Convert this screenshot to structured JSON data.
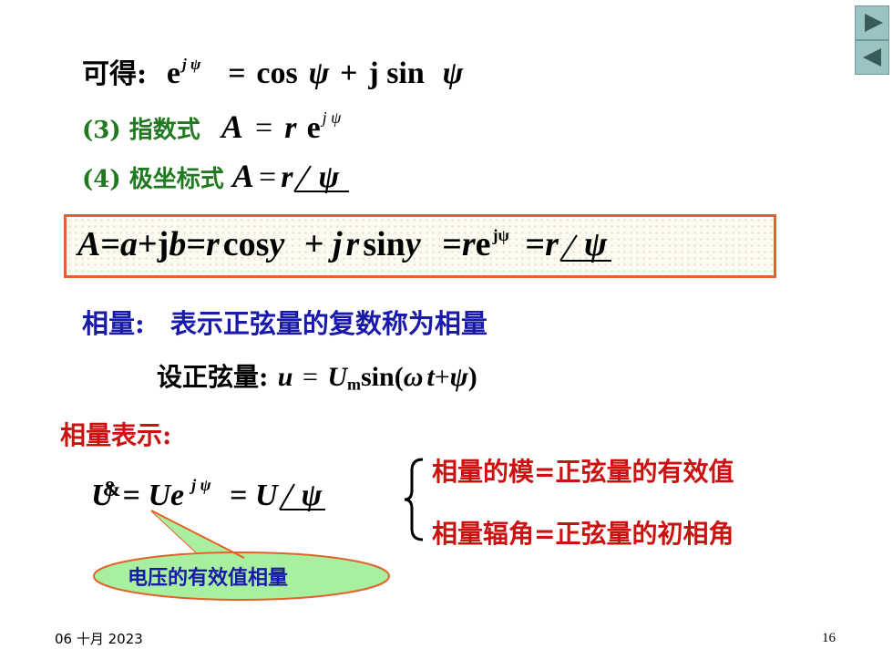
{
  "nav": {
    "next_icon": "triangle-right-icon",
    "prev_icon": "triangle-left-icon"
  },
  "line1": {
    "label": "可得:",
    "lhs_base": "e",
    "lhs_exp": "j ψ",
    "eq": "=",
    "cos": "cos",
    "psi": "ψ",
    "plus": "+",
    "jsin": "j sin",
    "psi2": "ψ"
  },
  "line2": {
    "label": "(3) 指数式",
    "A": "A",
    "eq": "=",
    "r": "r",
    "e": "e",
    "exp": "j ψ"
  },
  "line3": {
    "label": "(4) 极坐标式",
    "A": "A",
    "eq": "=",
    "r": "r",
    "psi": "ψ"
  },
  "formula": {
    "A": "A",
    "eq1": "=",
    "a": "a",
    "plus1": "+",
    "j": "j",
    "b": "b",
    "eq2": "=",
    "r1": "r",
    "cos": "cos",
    "y1": "y",
    "plus2": "+",
    "j2": "j",
    "r2": "r",
    "sin": "sin",
    "y2": "y",
    "eq3": "=",
    "r3": "r",
    "e": "e",
    "exp": "jψ",
    "eq4": "=",
    "r4": "r",
    "psi": "ψ"
  },
  "phasor_def": {
    "label": "相量:",
    "text": "表示正弦量的复数称为相量"
  },
  "sinusoid": {
    "label": "设正弦量:",
    "u": "u",
    "eq": "=",
    "U": "U",
    "sub": "m",
    "sin": "sin",
    "lp": "(",
    "omega": "ω",
    "t": "t",
    "plus": "+",
    "psi": "ψ",
    "rp": ")"
  },
  "phasor_rep": {
    "label": "相量表示:"
  },
  "phasor_eq": {
    "U": "U",
    "dot": "&",
    "eq1": "=",
    "Ue": "Ue",
    "exp": "j ψ",
    "eq2": "=",
    "U2": "U",
    "psi": "ψ"
  },
  "notes": {
    "modulus": "相量的模=正弦量的有效值",
    "angle": "相量辐角=正弦量的初相角"
  },
  "callout": {
    "text": "电压的有效值相量"
  },
  "footer": {
    "date": "06 十月 2023",
    "page": "16"
  },
  "colors": {
    "green": "#1f7a1f",
    "blue": "#1a1aaa",
    "red": "#cc1111",
    "box_border": "#e2622a",
    "callout_fill": "#a8f0a0"
  }
}
